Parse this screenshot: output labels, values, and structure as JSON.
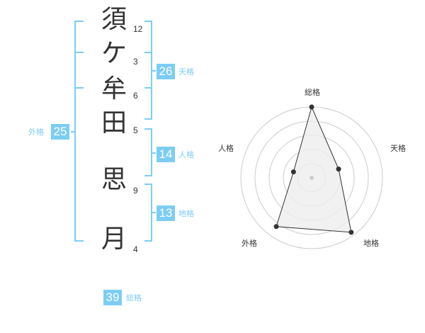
{
  "name": {
    "chars": [
      {
        "char": "須",
        "strokes": "12"
      },
      {
        "char": "ケ",
        "strokes": "3"
      },
      {
        "char": "牟",
        "strokes": "6"
      },
      {
        "char": "田",
        "strokes": "5"
      },
      {
        "char": "思",
        "strokes": "9"
      },
      {
        "char": "月",
        "strokes": "4"
      }
    ]
  },
  "kakaku": {
    "tenkaku": {
      "value": "26",
      "label": "天格"
    },
    "jinkaku": {
      "value": "14",
      "label": "人格"
    },
    "chikaku": {
      "value": "13",
      "label": "地格"
    },
    "gaikaku": {
      "value": "25",
      "label": "外格"
    },
    "soukaku": {
      "value": "39",
      "label": "総格"
    }
  },
  "colors": {
    "accent": "#7ccdf4",
    "text": "#333333",
    "grid": "#cccccc",
    "fill": "#eeeeee"
  },
  "chart_data": {
    "type": "radar",
    "axes": [
      "総格",
      "天格",
      "地格",
      "外格",
      "人格"
    ],
    "values": [
      1.0,
      0.4,
      0.95,
      0.85,
      0.27
    ],
    "rings": 5,
    "max": 1.0
  }
}
